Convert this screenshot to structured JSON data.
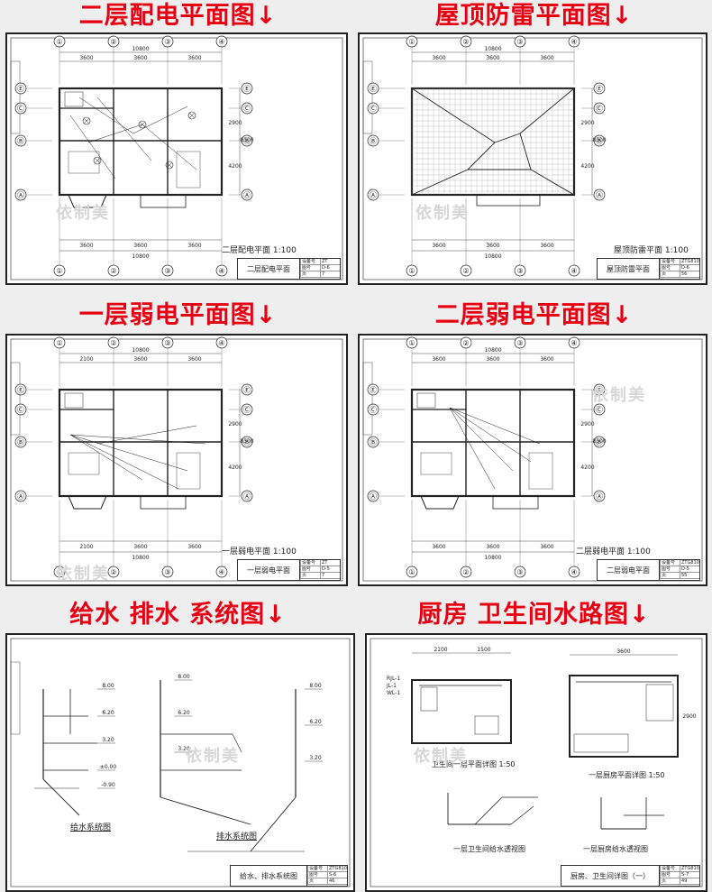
{
  "panels": [
    {
      "title": "二层配电平面图↓",
      "caption": "二层配电平面 1:100",
      "sheet_name": "二层配电平面",
      "dims_top": [
        "10800",
        "3600",
        "3600",
        "3600"
      ],
      "dims_side": [
        "8300",
        "2900",
        "4200"
      ],
      "axes_top": [
        "①",
        "②",
        "③",
        "④"
      ],
      "axes_side": [
        "Ⓔ",
        "Ⓒ",
        "Ⓑ",
        "Ⓐ"
      ],
      "tb_cells": [
        "设备号",
        "ZT",
        "图号",
        "D-6",
        "页",
        "7"
      ]
    },
    {
      "title": "屋顶防雷平面图↓",
      "caption": "屋顶防雷平面 1:100",
      "sheet_name": "屋顶防雷平面",
      "dims_top": [
        "10800",
        "3600",
        "3600",
        "3600"
      ],
      "dims_side": [
        "8300",
        "2900",
        "4200"
      ],
      "axes_top": [
        "①",
        "②",
        "③",
        "④"
      ],
      "axes_side": [
        "Ⓔ",
        "Ⓒ",
        "Ⓑ",
        "Ⓐ"
      ],
      "tb_cells": [
        "设备号",
        "ZTG810",
        "图号",
        "D-6",
        "页",
        "56"
      ]
    },
    {
      "title": "一层弱电平面图↓",
      "caption": "一层弱电平面 1:100",
      "sheet_name": "一层弱电平面",
      "dims_top": [
        "10800",
        "2100",
        "3600",
        "3600"
      ],
      "dims_side": [
        "8300",
        "2900",
        "4200"
      ],
      "axes_top": [
        "①",
        "②",
        "③",
        "④"
      ],
      "axes_side": [
        "Ⓔ",
        "Ⓒ",
        "Ⓑ",
        "Ⓐ"
      ],
      "tb_cells": [
        "设备号",
        "ZT",
        "图号",
        "D-5",
        "页",
        "7"
      ]
    },
    {
      "title": "二层弱电平面图↓",
      "caption": "二层弱电平面 1:100",
      "sheet_name": "二层弱电平面",
      "dims_top": [
        "10800",
        "3600",
        "3600",
        "3600"
      ],
      "dims_side": [
        "8300",
        "2900",
        "4200"
      ],
      "axes_top": [
        "①",
        "②",
        "③",
        "④"
      ],
      "axes_side": [
        "Ⓔ",
        "Ⓒ",
        "Ⓑ",
        "Ⓐ"
      ],
      "tb_cells": [
        "设备号",
        "ZTG810",
        "图号",
        "D-5",
        "页",
        "55"
      ]
    },
    {
      "title": "给水 排水 系统图↓",
      "caption1": "给水系统图",
      "caption2": "排水系统图",
      "sheet_name": "给水、排水系统图",
      "levels": [
        "8.00",
        "6.20",
        "3.20",
        "±0.00",
        "-0.90"
      ],
      "tb_cells": [
        "设备号",
        "ZTG810",
        "图号",
        "S-6",
        "页",
        "46"
      ]
    },
    {
      "title": "厨房 卫生间水路图↓",
      "caption1": "卫生间一层平面详图 1:50",
      "caption2": "一层厨房平面详图 1:50",
      "caption3": "一层卫生间给水透视图",
      "caption4": "一层厨房给水透视图",
      "sheet_name": "厨房、卫生间详图（一）",
      "dims": [
        "2100",
        "1500",
        "3600",
        "2900"
      ],
      "tags": [
        "RJL-1",
        "JL-1",
        "WL-1"
      ],
      "tb_cells": [
        "设备号",
        "ZTG810",
        "图号",
        "S-7",
        "页",
        "49"
      ]
    }
  ],
  "watermark": "依制美",
  "colors": {
    "title_red": "#e60012",
    "line": "#222222",
    "bg": "#eeeeee"
  }
}
